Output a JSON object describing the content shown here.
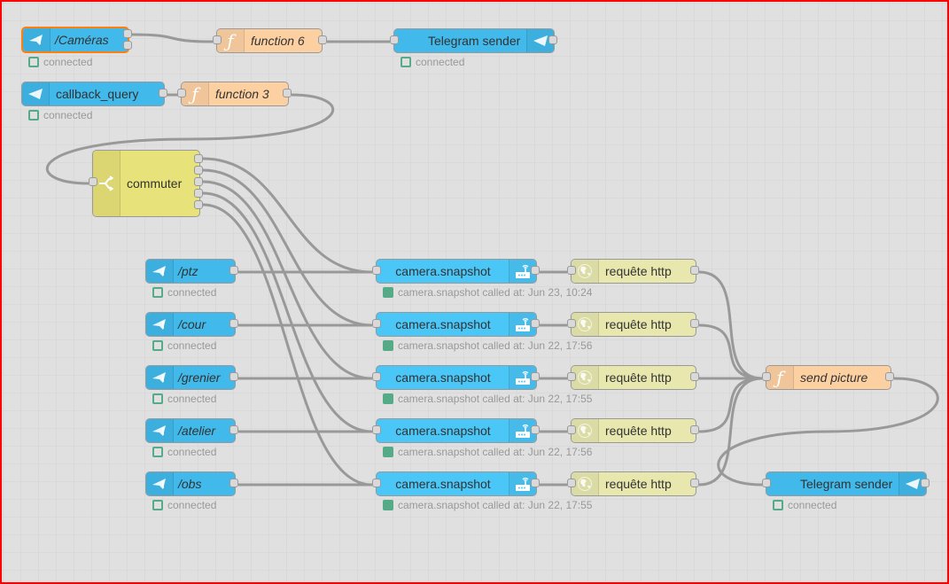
{
  "canvas": {
    "frame_color": "#ff0000",
    "background": "#e0e0e0",
    "wire_color": "#999999"
  },
  "nodes": {
    "cameras_cmd": {
      "label": "/Caméras",
      "type": "telegram-command",
      "status": "connected",
      "selected": true,
      "color": "#41b9ea"
    },
    "function6": {
      "label": "function 6",
      "type": "function",
      "color": "#fdd0a2"
    },
    "tg_sender_top": {
      "label": "Telegram sender",
      "type": "telegram-sender",
      "status": "connected",
      "color": "#41b9ea"
    },
    "callback_query": {
      "label": "callback_query",
      "type": "telegram-event",
      "status": "connected",
      "color": "#41b9ea"
    },
    "function3": {
      "label": "function 3",
      "type": "function",
      "color": "#fdd0a2"
    },
    "commuter": {
      "label": "commuter",
      "type": "switch",
      "outputs": 5,
      "color": "#e7e279"
    },
    "commands": [
      {
        "label": "/ptz",
        "status": "connected"
      },
      {
        "label": "/cour",
        "status": "connected"
      },
      {
        "label": "/grenier",
        "status": "connected"
      },
      {
        "label": "/atelier",
        "status": "connected"
      },
      {
        "label": "/obs",
        "status": "connected"
      }
    ],
    "snapshots": [
      {
        "label": "camera.snapshot",
        "status": "camera.snapshot called at: Jun 23, 10:24"
      },
      {
        "label": "camera.snapshot",
        "status": "camera.snapshot called at: Jun 22, 17:56"
      },
      {
        "label": "camera.snapshot",
        "status": "camera.snapshot called at: Jun 22, 17:55"
      },
      {
        "label": "camera.snapshot",
        "status": "camera.snapshot called at: Jun 22, 17:56"
      },
      {
        "label": "camera.snapshot",
        "status": "camera.snapshot called at: Jun 22, 17:55"
      }
    ],
    "http_requests": [
      {
        "label": "requête http"
      },
      {
        "label": "requête http"
      },
      {
        "label": "requête http"
      },
      {
        "label": "requête http"
      },
      {
        "label": "requête http"
      }
    ],
    "send_picture": {
      "label": "send picture",
      "type": "function",
      "color": "#fdd0a2"
    },
    "tg_sender_bottom": {
      "label": "Telegram sender",
      "type": "telegram-sender",
      "status": "connected",
      "color": "#41b9ea"
    }
  },
  "icons": {
    "telegram": "telegram-plane-icon",
    "function": "function-icon",
    "switch": "switch-icon",
    "router": "router-icon",
    "http": "globe-icon"
  }
}
